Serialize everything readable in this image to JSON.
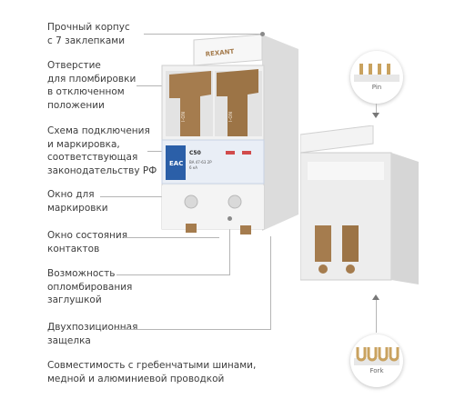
{
  "callouts": [
    {
      "id": "housing",
      "text": "Прочный корпус\nс 7 заклепками"
    },
    {
      "id": "seal-hole",
      "text": "Отверстие\nдля пломбировки\nв отключенном\nположении"
    },
    {
      "id": "scheme",
      "text": "Схема подключения\nи маркировка,\nсоответствующая\nзаконодательству РФ"
    },
    {
      "id": "marking-window",
      "text": "Окно для\nмаркировки"
    },
    {
      "id": "contact-window",
      "text": "Окно состояния\nконтактов"
    },
    {
      "id": "cover-seal",
      "text": "Возможность\nопломбирования\nзаглушкой"
    },
    {
      "id": "latch",
      "text": "Двухпозиционная\nзащелка"
    },
    {
      "id": "busbar",
      "text": "Совместимость с гребенчатыми шинами,\nмедной и алюминиевой проводкой"
    }
  ],
  "device": {
    "brand": "REXANT",
    "lever_mark": "I-ON",
    "eac_mark": "EAC",
    "rating": "C50",
    "spec_lines": [
      "ВА 47-63 2P",
      "6 кА"
    ]
  },
  "insets": {
    "pin": {
      "label": "Pin"
    },
    "fork": {
      "label": "Fork"
    }
  },
  "colors": {
    "housing": "#f1f1f1",
    "lever": "#a57c4e",
    "label_blue": "#2b5fa8",
    "line": "#b5b5b5"
  }
}
